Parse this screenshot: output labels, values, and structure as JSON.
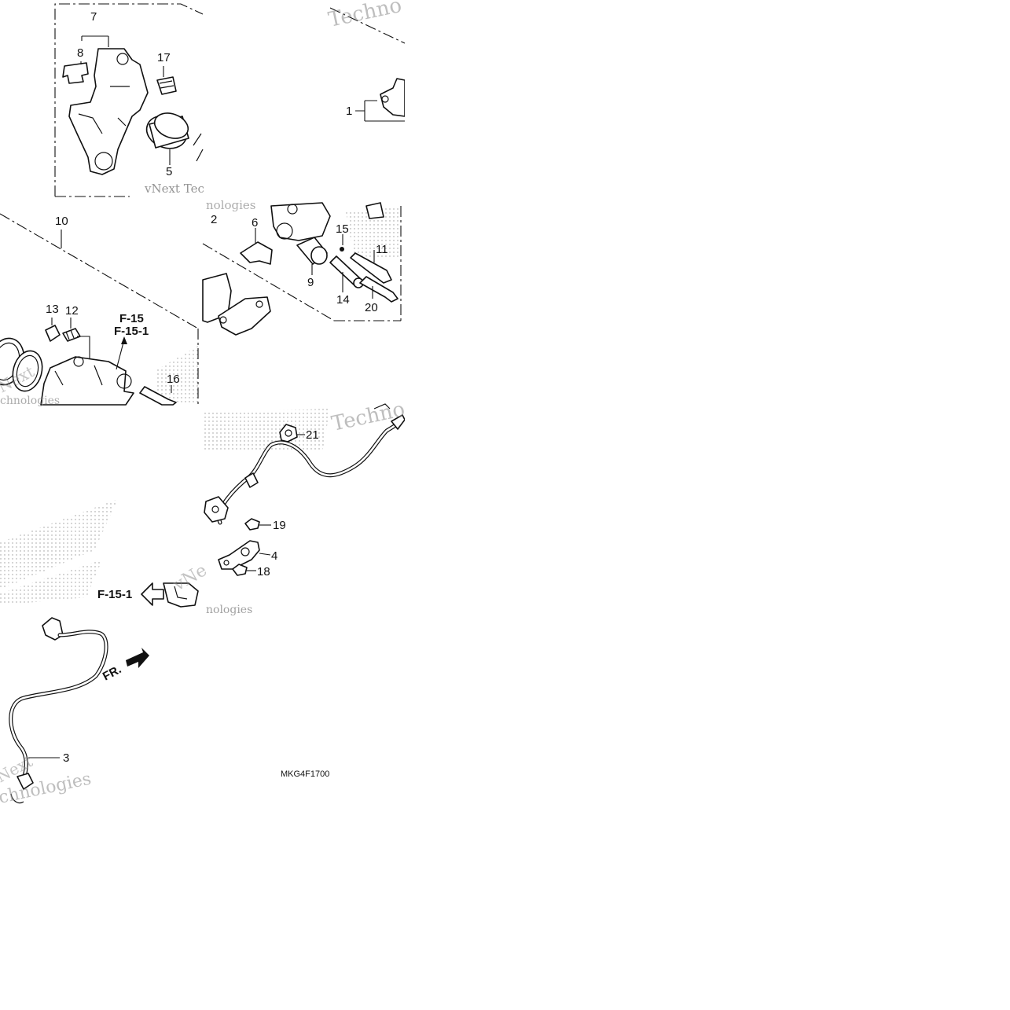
{
  "diagram": {
    "part_numbers": {
      "p1": "1",
      "p2": "2",
      "p3": "3",
      "p4": "4",
      "p5": "5",
      "p6": "6",
      "p7": "7",
      "p8": "8",
      "p9": "9",
      "p10": "10",
      "p11": "11",
      "p12": "12",
      "p13": "13",
      "p14": "14",
      "p15": "15",
      "p16": "16",
      "p17": "17",
      "p18": "18",
      "p19": "19",
      "p20": "20",
      "p21": "21"
    },
    "refs": {
      "ref_f15": "F-15",
      "ref_f151": "F-15-1",
      "ref_f151_arrow": "F-15-1"
    },
    "front_label": "FR.",
    "diagram_code": "MKG4F1700",
    "watermarks": {
      "wm1": "Techno",
      "wm2": "vNext Tec",
      "wm3": "nologies",
      "wm4": "Techno",
      "wm5": "vNe",
      "wm6": "nologies",
      "wm7": "Next",
      "wm8": "chnologies",
      "wm9": "Next",
      "wm10": "chnologies"
    }
  }
}
